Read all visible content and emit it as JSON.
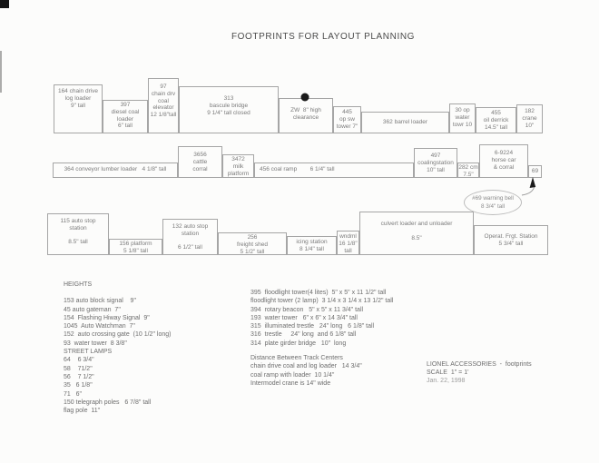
{
  "page": {
    "title": "FOOTPRINTS FOR LAYOUT PLANNING"
  },
  "diagram": {
    "row1": [
      {
        "lines": [
          "164 chain drive",
          "log loader",
          "9\" tall"
        ]
      },
      {
        "lines": [
          "397",
          "diesel coal",
          "loader",
          "6\" tall"
        ]
      },
      {
        "lines": [
          "97",
          "chain drv",
          "coal",
          "elevator",
          "12 1/8\"tall"
        ]
      },
      {
        "lines": [
          "313",
          "bascule bridge",
          "9 1/4\" tall closed"
        ]
      },
      {
        "lines": [
          "ZW  8\" high",
          "clearance"
        ]
      },
      {
        "lines": [
          "445",
          "op sw",
          "tower 7\""
        ]
      },
      {
        "lines": [
          "362 barrel loader"
        ]
      },
      {
        "lines": [
          "30 op",
          "water",
          "towr 10"
        ]
      },
      {
        "lines": [
          "455",
          "oil derrick",
          "14.5\" tall"
        ]
      },
      {
        "lines": [
          "182",
          "crane",
          "10\""
        ]
      }
    ],
    "row2": [
      {
        "lines": [
          "364 conveyor lumber loader   4 1/8\" tall"
        ]
      },
      {
        "lines": [
          "3656",
          "cattle",
          "corral"
        ]
      },
      {
        "lines": [
          "3472",
          "milk",
          "platform"
        ]
      },
      {
        "lines": [
          "456 coal ramp        6 1/4\" tall"
        ]
      },
      {
        "lines": [
          "497",
          "coalingstation",
          "10\" tall"
        ]
      },
      {
        "lines": [
          "282 cm",
          "7.5\""
        ]
      },
      {
        "lines": [
          "6-9224",
          "horse car",
          "& corral"
        ]
      },
      {
        "lines": [
          "69"
        ]
      }
    ],
    "row3": [
      {
        "lines": [
          "115 auto stop",
          "station",
          "",
          "8.5\" tall"
        ]
      },
      {
        "lines": [
          "156 platform",
          "5 1/8\" tall"
        ]
      },
      {
        "lines": [
          "132 auto stop",
          "station",
          "",
          "6 1/2\" tall"
        ]
      },
      {
        "lines": [
          "256",
          "freight shed",
          "5 1/2\" tall"
        ]
      },
      {
        "lines": [
          "icing station",
          "8 1/4\" tall"
        ]
      },
      {
        "lines": [
          "wndml",
          "16 1/8\"",
          "tall"
        ]
      },
      {
        "lines": [
          "culvert loader and unloader",
          "",
          "8.5\""
        ]
      },
      {
        "lines": [
          "Operat. Frgt. Station",
          "5 3/4\" tall"
        ]
      }
    ],
    "callout": {
      "lines": [
        "#69 warning bell",
        "8 3/4\" tall"
      ]
    },
    "markers": {
      "dot_color": "#1b1b1b",
      "arrow_color": "#1b1b1b",
      "connector_color": "#9a9a9a"
    }
  },
  "heights_list": {
    "title": "HEIGHTS",
    "items": [
      "153 auto block signal    9\"",
      "45 auto gateman  7\"",
      "154  Flashing Hiway Signal  9\"",
      "1045  Auto Watchman  7\"",
      "152  auto crossing gate  (10 1/2\" long)",
      "93  water tower  8 3/8\"",
      "STREET LAMPS",
      "64    6 3/4\"",
      "58    71/2\"",
      "56    7 1/2\"",
      "35   6 1/8\"",
      "71   6\"",
      "150 telegraph poles   6 7/8\" tall",
      "flag pole  11\""
    ]
  },
  "specs_list": {
    "items": [
      "395  floodlight tower(4 lites)  5\" x 5\" x 11 1/2\" tall",
      "floodlight tower (2 lamp)  3 1/4 x 3 1/4 x 13 1/2\" tall",
      "394  rotary beacon   5\" x 5\" x 11 3/4\" tall",
      "193  water tower   6\" x 6\" x 14 3/4\" tall",
      "315  illuminated trestle   24\" long   6 1/8\" tall",
      "316  trestle     24\" long  and 6 1/8\" tall",
      "314  plate girder bridge   10\"  long"
    ]
  },
  "distance_section": {
    "title": "Distance Between Track Centers",
    "items": [
      "chain drive coal and log loader   14 3/4\"",
      "coal ramp with loader  10 1/4\"",
      "Intermodel crane is 14\" wide"
    ]
  },
  "footer": {
    "line1": "LIONEL ACCESSORIES  -  footprints",
    "line2": "SCALE  1\" = 1'",
    "line3": "Jan. 22, 1998"
  }
}
